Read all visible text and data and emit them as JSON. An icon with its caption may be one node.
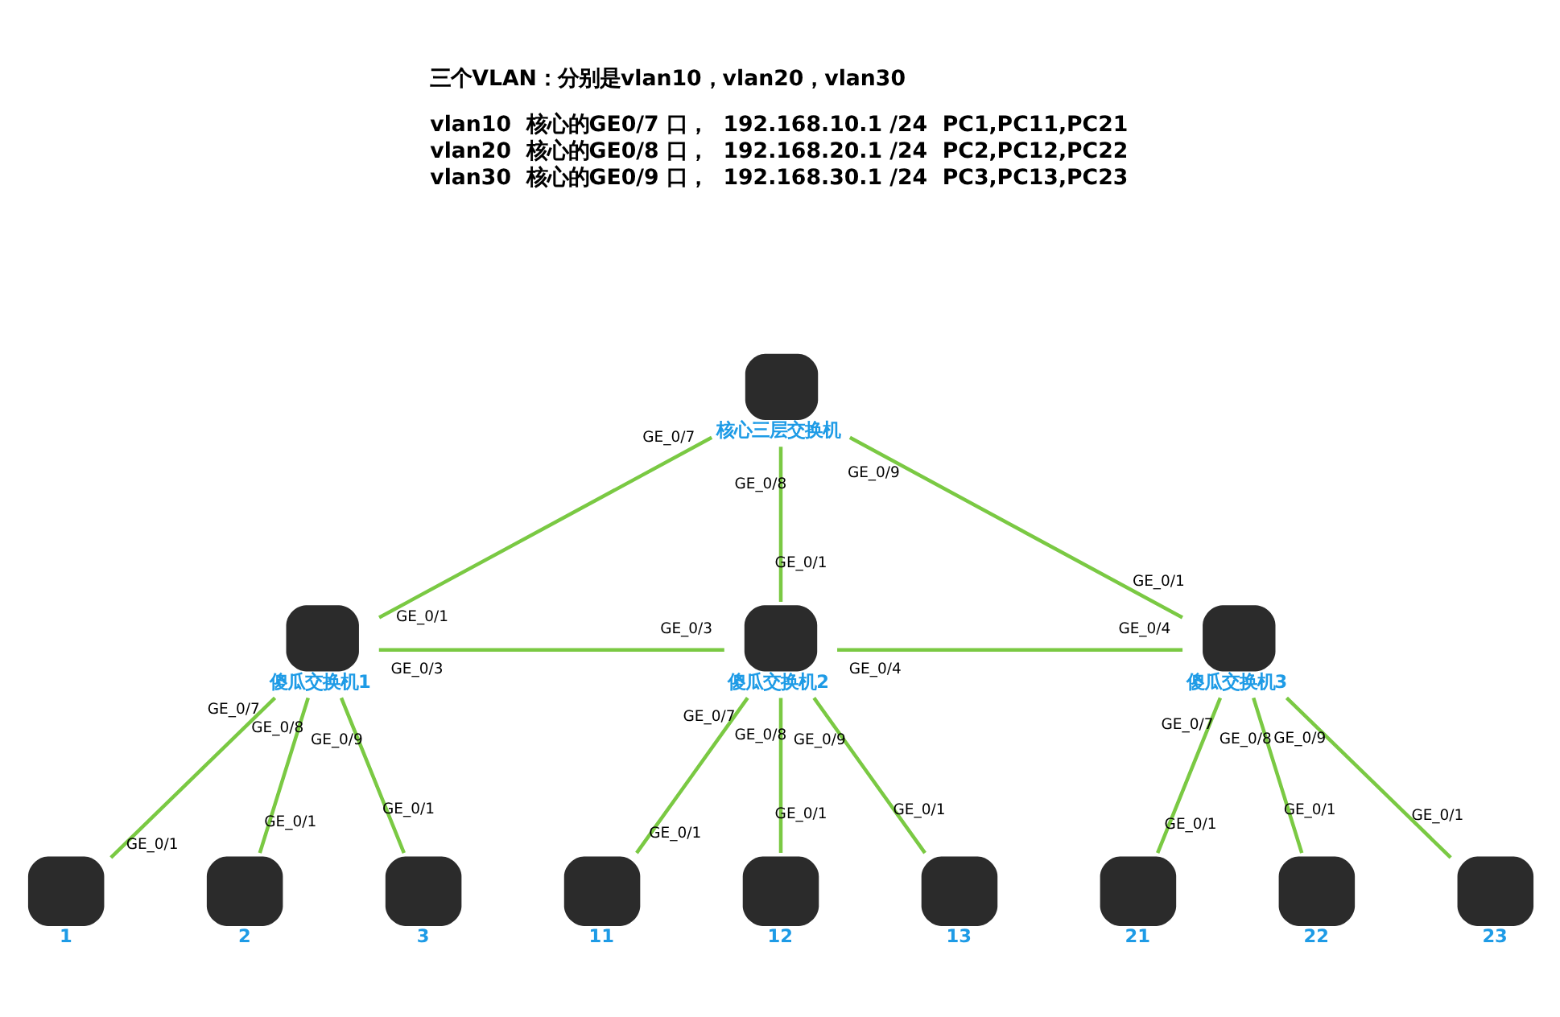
{
  "diagram": {
    "nodes": [
      {
        "text": [
          "核心三层交换机"
        ]
      },
      {
        "text": [
          "傻瓜交换机1"
        ]
      },
      {
        "text": [
          "傻瓜交换机2"
        ]
      },
      {
        "text": [
          "傻瓜交换机3"
        ]
      },
      {
        "text": [
          "1"
        ]
      },
      {
        "text": [
          "2"
        ]
      },
      {
        "text": [
          "3"
        ]
      },
      {
        "text": [
          "11"
        ]
      },
      {
        "text": [
          "12"
        ]
      },
      {
        "text": [
          "13"
        ]
      },
      {
        "text": [
          "21"
        ]
      },
      {
        "text": [
          "22"
        ]
      },
      {
        "text": [
          "23"
        ]
      }
    ],
    "edges": [
      {
        "from": 0,
        "to": 1,
        "arrow": "none"
      },
      {
        "from": 0,
        "to": 2,
        "arrow": "none"
      },
      {
        "from": 0,
        "to": 3,
        "arrow": "none"
      },
      {
        "from": 1,
        "to": 2,
        "arrow": "none"
      },
      {
        "from": 2,
        "to": 3,
        "arrow": "none"
      },
      {
        "from": 1,
        "to": 4,
        "arrow": "none"
      },
      {
        "from": 1,
        "to": 5,
        "arrow": "none"
      },
      {
        "from": 1,
        "to": 6,
        "arrow": "none"
      },
      {
        "from": 2,
        "to": 7,
        "arrow": "none"
      },
      {
        "from": 2,
        "to": 8,
        "arrow": "none"
      },
      {
        "from": 2,
        "to": 9,
        "arrow": "none"
      },
      {
        "from": 3,
        "to": 10,
        "arrow": "none"
      },
      {
        "from": 3,
        "to": 11,
        "arrow": "none"
      },
      {
        "from": 3,
        "to": 12,
        "arrow": "none"
      }
    ],
    "labels": [
      "三个VLAN：分别是vlan10，vlan20，vlan30",
      "vlan10  核心的GE0/7 口，  192.168.10.1 /24  PC1,PC11,PC21",
      "vlan20  核心的GE0/8 口，  192.168.20.1 /24  PC2,PC12,PC22",
      "vlan30  核心的GE0/9 口，  192.168.30.1 /24  PC3,PC13,PC23",
      "GE_0/7",
      "GE_0/1",
      "GE_0/8",
      "GE_0/1",
      "GE_0/9",
      "GE_0/1",
      "GE_0/3",
      "GE_0/3",
      "GE_0/4",
      "GE_0/4",
      "GE_0/7",
      "GE_0/1",
      "GE_0/8",
      "GE_0/1",
      "GE_0/9",
      "GE_0/1",
      "GE_0/7",
      "GE_0/1",
      "GE_0/8",
      "GE_0/1",
      "GE_0/9",
      "GE_0/1",
      "GE_0/7",
      "GE_0/1",
      "GE_0/8",
      "GE_0/1",
      "GE_0/9",
      "GE_0/1"
    ]
  }
}
